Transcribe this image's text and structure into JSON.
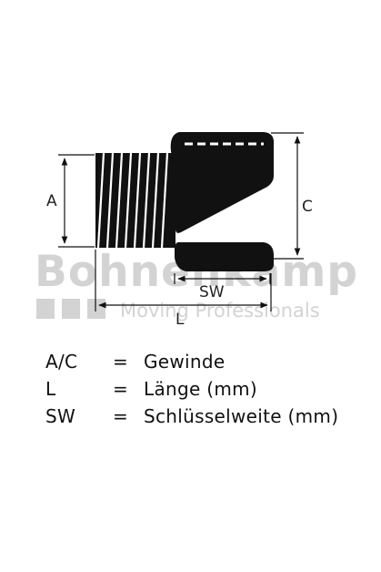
{
  "diagram": {
    "labels": {
      "a": "A",
      "c": "C",
      "sw": "SW",
      "l": "L"
    },
    "watermark": {
      "brand": "Bohnenkamp",
      "tagline": "Moving Professionals"
    }
  },
  "legend": [
    {
      "key": "A/C",
      "eq": "=",
      "value": "Gewinde"
    },
    {
      "key": "L",
      "eq": "=",
      "value": "Länge (mm)"
    },
    {
      "key": "SW",
      "eq": "=",
      "value": "Schlüsselweite (mm)"
    }
  ],
  "colors": {
    "ink": "#111111",
    "watermark": "#d3d3d3",
    "background": "#ffffff"
  }
}
